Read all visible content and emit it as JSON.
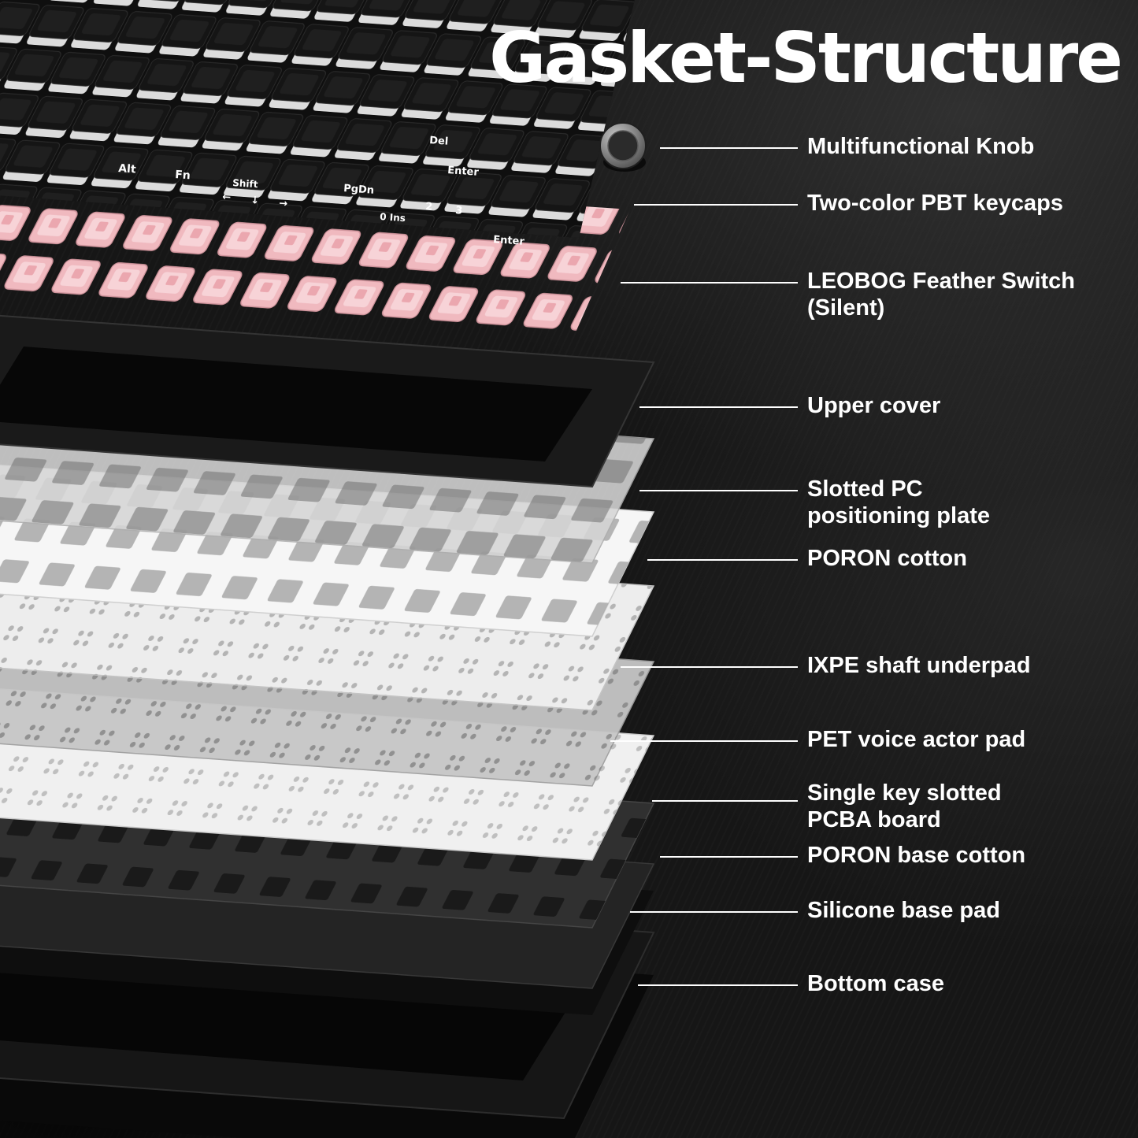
{
  "title": "Gasket-Structure",
  "colors": {
    "background": "#161616",
    "text": "#ffffff",
    "switch_pink": "#f0b9bf",
    "keycap_black": "#151515",
    "keycap_white": "#dcdcdc",
    "upper_cover": "#181818",
    "plate_gray": "#d6d6d6",
    "poron_white": "#f6f6f6",
    "case_black": "#0c0c0c"
  },
  "callouts": [
    {
      "label": "Multifunctional Knob"
    },
    {
      "label": "Two-color PBT keycaps"
    },
    {
      "label": "LEOBOG Feather Switch\n(Silent)"
    },
    {
      "label": "Upper cover"
    },
    {
      "label": "Slotted PC\npositioning plate"
    },
    {
      "label": "PORON cotton"
    },
    {
      "label": "IXPE shaft underpad"
    },
    {
      "label": "PET voice actor pad"
    },
    {
      "label": "Single key slotted\nPCBA board"
    },
    {
      "label": "PORON base cotton"
    },
    {
      "label": "Silicone base pad"
    },
    {
      "label": "Bottom case"
    }
  ],
  "keyboard": {
    "legends": [
      "Alt",
      "Fn",
      "Shift",
      "Del",
      "PgDn",
      "Enter",
      "0 Ins",
      "2",
      "3",
      "Enter",
      "←",
      "↓",
      "→"
    ]
  }
}
